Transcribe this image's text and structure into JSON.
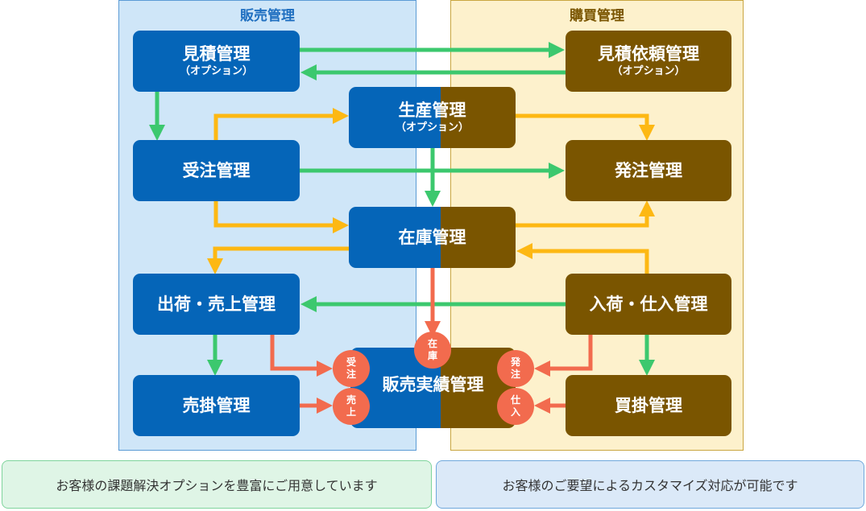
{
  "regions": {
    "sales": {
      "title": "販売管理"
    },
    "purchase": {
      "title": "購買管理"
    }
  },
  "boxes": {
    "estimate": {
      "title": "見積管理",
      "sub": "（オプション）"
    },
    "estimate_request": {
      "title": "見積依頼管理",
      "sub": "（オプション）"
    },
    "production": {
      "title": "生産管理",
      "sub": "（オプション）"
    },
    "order_receipt": {
      "title": "受注管理"
    },
    "purchase_order": {
      "title": "発注管理"
    },
    "inventory": {
      "title": "在庫管理"
    },
    "shipping_sales": {
      "title": "出荷・売上管理"
    },
    "receiving_purchase": {
      "title": "入荷・仕入管理"
    },
    "sales_results": {
      "title": "販売実績管理"
    },
    "receivables": {
      "title": "売掛管理"
    },
    "payables": {
      "title": "買掛管理"
    }
  },
  "badges": {
    "inventory": {
      "line1": "在",
      "line2": "庫"
    },
    "order": {
      "line1": "受",
      "line2": "注"
    },
    "sales": {
      "line1": "売",
      "line2": "上"
    },
    "purchase_order": {
      "line1": "発",
      "line2": "注"
    },
    "purchase": {
      "line1": "仕",
      "line2": "入"
    }
  },
  "notes": {
    "left": "お客様の課題解決オプションを豊富にご用意しています",
    "right": "お客様のご要望によるカスタマイズ対応が可能です"
  },
  "colors": {
    "sales_region_bg": "#cfe6f8",
    "sales_region_border": "#5b9bd5",
    "purchase_region_bg": "#fdf1cc",
    "purchase_region_border": "#c9a640",
    "blue_box": "#0565b8",
    "brown_box": "#7a5500",
    "green_arrow": "#3cc86e",
    "yellow_arrow": "#fdb813",
    "red_arrow": "#f26b4e"
  }
}
